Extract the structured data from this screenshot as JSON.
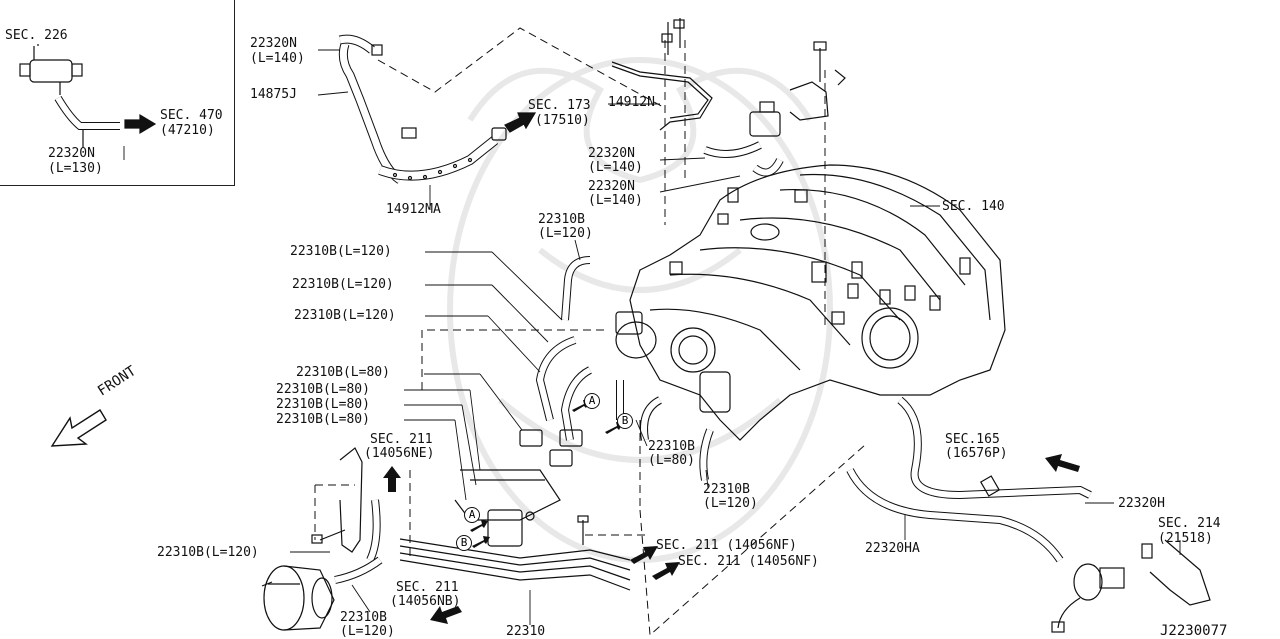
{
  "diagram_id": "J2230077",
  "front_label": "FRONT",
  "inset": {
    "sec_top": "SEC. 226",
    "sec_right_line1": "SEC. 470",
    "sec_right_line2": "(47210)",
    "hose_line1": "22320N",
    "hose_line2": "(L=130)"
  },
  "labels": {
    "hose_top_left_1": "22320N",
    "hose_top_left_2": "(L=140)",
    "p14875j": "14875J",
    "p14912ma": "14912MA",
    "sec173_1": "SEC. 173",
    "sec173_2": "(17510)",
    "p14912n": "14912N",
    "hose_mid_1a": "22320N",
    "hose_mid_1b": "(L=140)",
    "hose_mid_2a": "22320N",
    "hose_mid_2b": "(L=140)",
    "sec140": "SEC. 140",
    "b120_top_a": "22310B",
    "b120_top_b": "(L=120)",
    "b120_1": "22310B(L=120)",
    "b120_2": "22310B(L=120)",
    "b120_3": "22310B(L=120)",
    "b80_1": "22310B(L=80)",
    "b80_2": "22310B(L=80)",
    "b80_3": "22310B(L=80)",
    "b80_4": "22310B(L=80)",
    "sec211ne_1": "SEC. 211",
    "sec211ne_2": "(14056NE)",
    "b80_right_a": "22310B",
    "b80_right_b": "(L=80)",
    "b120_right_a": "22310B",
    "b120_right_b": "(L=120)",
    "sec165_1": "SEC.165",
    "sec165_2": "(16576P)",
    "p22320h": "22320H",
    "p22320ha": "22320HA",
    "sec214_1": "SEC. 214",
    "sec214_2": "(21518)",
    "sec211nf_1": "SEC. 211 (14056NF)",
    "sec211nf_2": "SEC. 211 (14056NF)",
    "b120_left": "22310B(L=120)",
    "sec211nb_1": "SEC. 211",
    "sec211nb_2": "(14056NB)",
    "b120_bottom_a": "22310B",
    "b120_bottom_b": "(L=120)",
    "p22310": "22310",
    "bubble_a": "A",
    "bubble_b": "B"
  }
}
